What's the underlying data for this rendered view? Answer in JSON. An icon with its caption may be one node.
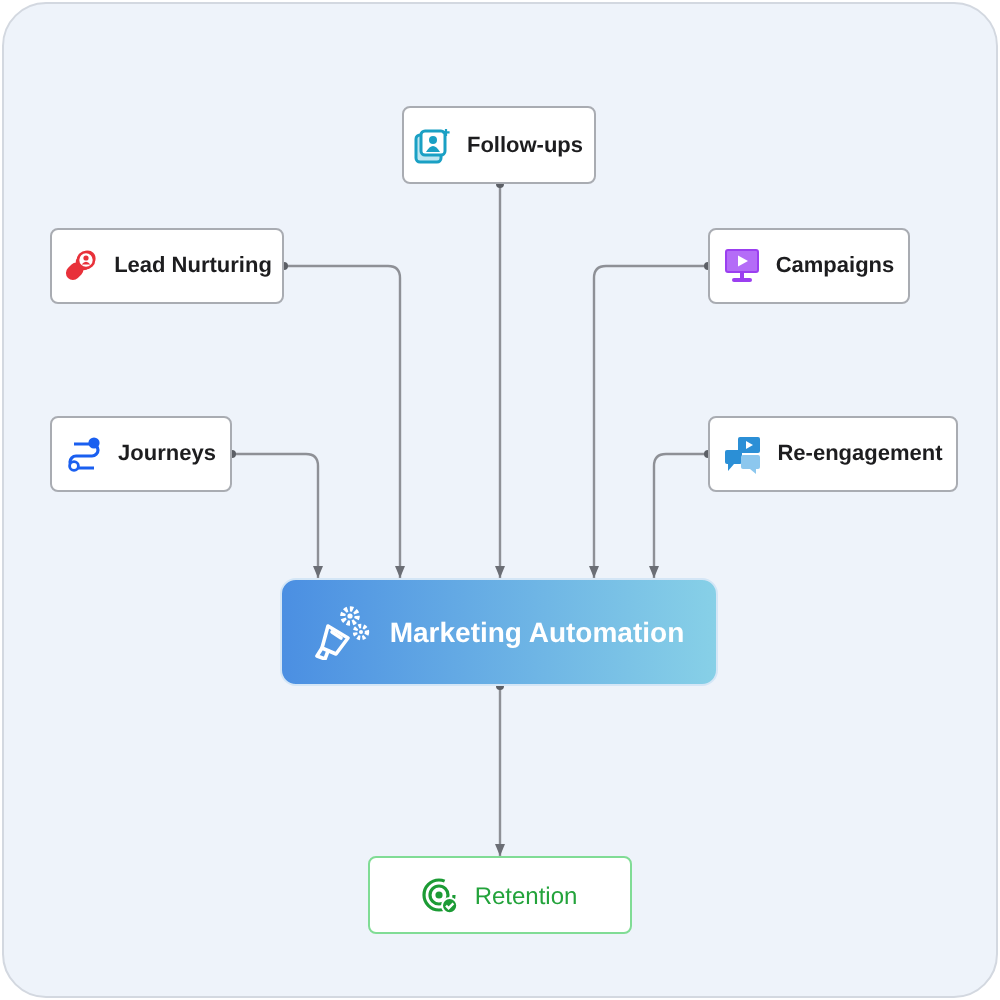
{
  "diagram": {
    "nodes": [
      {
        "text": [
          "Follow-ups"
        ]
      },
      {
        "text": [
          "Lead Nurturing"
        ]
      },
      {
        "text": [
          "Campaigns"
        ]
      },
      {
        "text": [
          "Journeys"
        ]
      },
      {
        "text": [
          "Re-engagement"
        ]
      },
      {
        "text": [
          "Marketing Automation"
        ]
      },
      {
        "text": [
          "Retention"
        ]
      }
    ],
    "edges": [
      {
        "from": 0,
        "to": 5,
        "arrow": "to"
      },
      {
        "from": 1,
        "to": 5,
        "arrow": "to"
      },
      {
        "from": 2,
        "to": 5,
        "arrow": "to"
      },
      {
        "from": 3,
        "to": 5,
        "arrow": "to"
      },
      {
        "from": 4,
        "to": 5,
        "arrow": "to"
      },
      {
        "from": 5,
        "to": 6,
        "arrow": "to"
      }
    ]
  }
}
